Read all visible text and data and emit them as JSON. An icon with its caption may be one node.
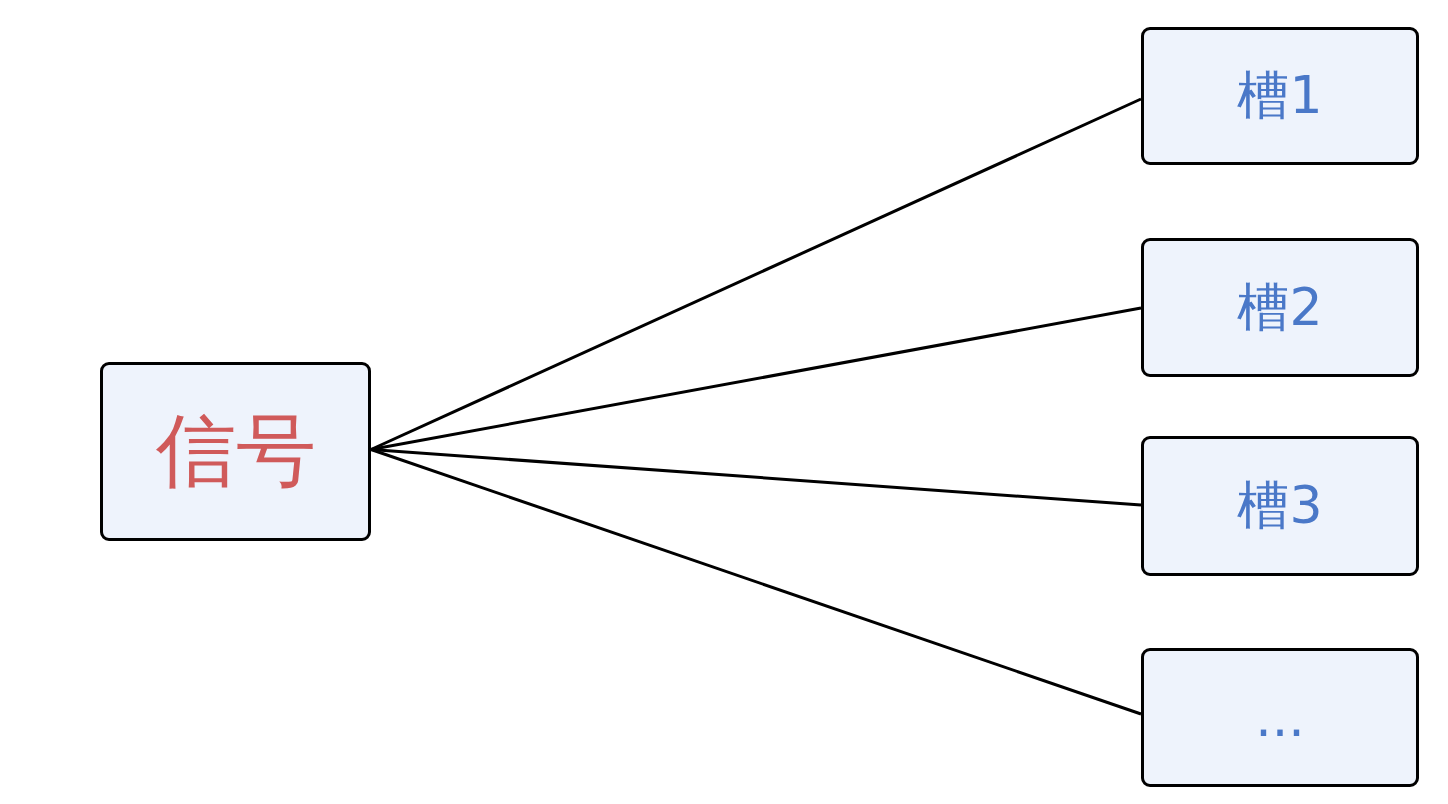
{
  "diagram": {
    "nodes": [
      {
        "text": [
          "信号"
        ]
      },
      {
        "text": [
          "槽1"
        ]
      },
      {
        "text": [
          "槽2"
        ]
      },
      {
        "text": [
          "槽3"
        ]
      },
      {
        "text": [
          "..."
        ]
      }
    ],
    "edges": [
      {
        "from": 0,
        "to": 1,
        "arrow": "none"
      },
      {
        "from": 0,
        "to": 2,
        "arrow": "none"
      },
      {
        "from": 0,
        "to": 3,
        "arrow": "none"
      },
      {
        "from": 0,
        "to": 4,
        "arrow": "none"
      }
    ]
  }
}
